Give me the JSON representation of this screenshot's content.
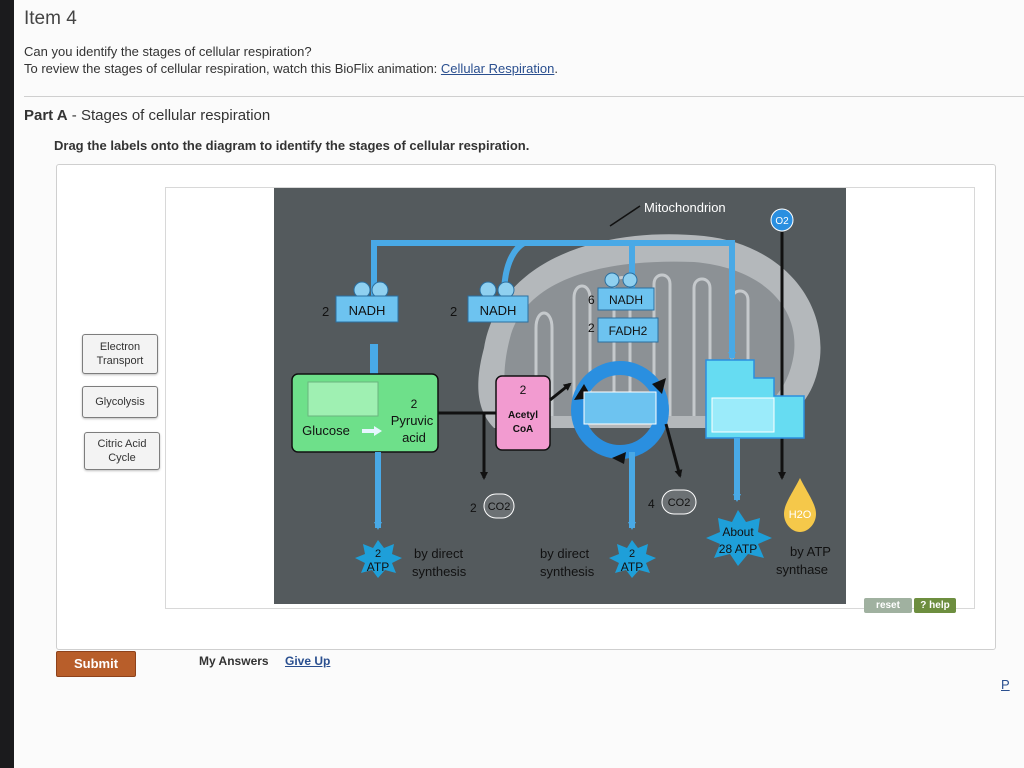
{
  "item": {
    "title": "Item 4"
  },
  "intro": {
    "line1": "Can you identify the stages of cellular respiration?",
    "line2_prefix": "To review the stages of cellular respiration, watch this BioFlix animation: ",
    "link": "Cellular Respiration",
    "line2_suffix": "."
  },
  "part": {
    "label": "Part A",
    "dash": " - ",
    "title": "Stages of cellular respiration",
    "instruction": "Drag the labels onto the diagram to identify the stages of cellular respiration."
  },
  "labels": [
    "Electron Transport",
    "Glycolysis",
    "Citric Acid Cycle"
  ],
  "diagram": {
    "mitochondrion": "Mitochondrion",
    "o2": "O2",
    "nadh1_count": "2",
    "nadh1": "NADH",
    "nadh2_count": "2",
    "nadh2": "NADH",
    "nadh3_count": "6",
    "nadh3": "NADH",
    "fadh_count": "2",
    "fadh": "FADH2",
    "glucose": "Glucose",
    "pyruvic_count": "2",
    "pyruvic1": "Pyruvic",
    "pyruvic2": "acid",
    "acetyl_count": "2",
    "acetyl1": "Acetyl",
    "acetyl2": "CoA",
    "co2_1_count": "2",
    "co2_1": "CO2",
    "co2_2_count": "4",
    "co2_2": "CO2",
    "h2o": "H2O",
    "atp1_count": "2",
    "atp1": "ATP",
    "atp1_note1": "by direct",
    "atp1_note2": "synthesis",
    "atp2_note1": "by direct",
    "atp2_note2": "synthesis",
    "atp2_count": "2",
    "atp2": "ATP",
    "atp3_1": "About",
    "atp3_2": "28 ATP",
    "atp3_note1": "by ATP",
    "atp3_note2": "synthase"
  },
  "controls": {
    "reset": "reset",
    "help": "? help"
  },
  "footer": {
    "submit": "Submit",
    "my_answers": "My Answers",
    "give_up": "Give Up",
    "edge": "P"
  },
  "colors": {
    "diagram_bg": "#545a5d",
    "blue_arrow": "#49a9e6",
    "glycolysis_green": "#6ee08a",
    "acetyl_pink": "#f29bd0",
    "cycle_blue": "#2a8fe0",
    "etc_cyan": "#66dcf2",
    "atp_starburst": "#1e9fd9",
    "water_yellow": "#f5c84a",
    "submit": "#b85e2a"
  }
}
